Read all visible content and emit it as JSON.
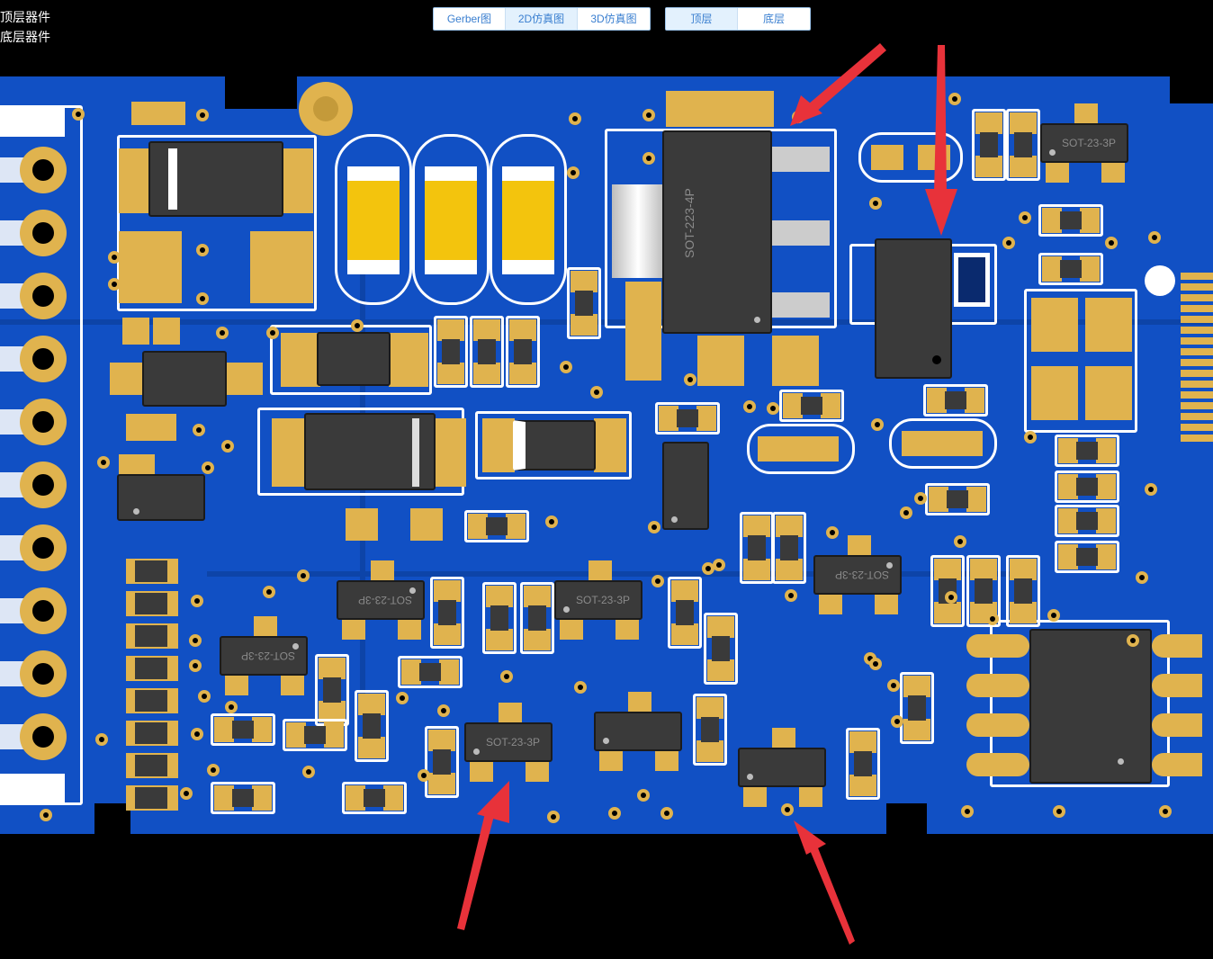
{
  "layers": {
    "top_components": "顶层器件",
    "bottom_components": "底层器件"
  },
  "view_tabs": [
    {
      "label": "Gerber图",
      "active": false
    },
    {
      "label": "2D仿真图",
      "active": true
    },
    {
      "label": "3D仿真图",
      "active": false
    }
  ],
  "side_tabs": [
    {
      "label": "顶层",
      "active": true
    },
    {
      "label": "底层",
      "active": false
    }
  ],
  "components": {
    "sot223": "SOT-223-4P",
    "sot23": "SOT-23-3P"
  },
  "colors": {
    "board": "#1150c4",
    "pad": "#e0b34e",
    "arrow": "#e8323a"
  }
}
